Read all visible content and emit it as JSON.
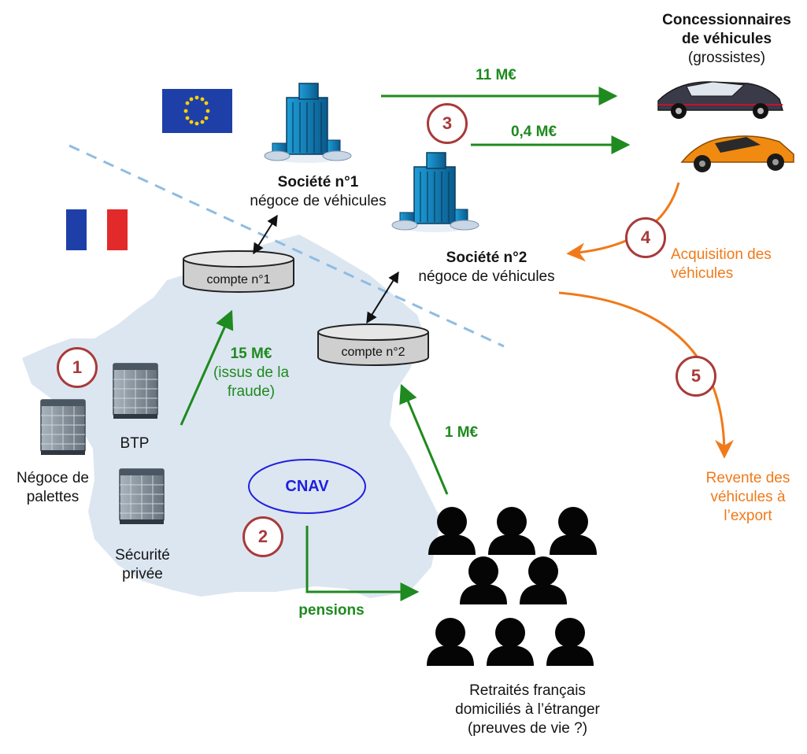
{
  "header": {
    "dealers_title_line1": "Concessionnaires",
    "dealers_title_line2": "de véhicules",
    "dealers_subtitle": "(grossistes)"
  },
  "company1": {
    "name": "Société n°1",
    "activity": "négoce de véhicules",
    "account": "compte n°1"
  },
  "company2": {
    "name": "Société n°2",
    "activity": "négoce de véhicules",
    "account": "compte n°2"
  },
  "french_companies": {
    "pallets_line1": "Négoce de",
    "pallets_line2": "palettes",
    "construction": "BTP",
    "security_line1": "Sécurité",
    "security_line2": "privée"
  },
  "flows": {
    "to_dealers_1": "11 M€",
    "to_dealers_2": "0,4 M€",
    "fraud_amount": "15 M€",
    "fraud_line1": "(issus de la",
    "fraud_line2": "fraude)",
    "to_account2": "1 M€",
    "pensions": "pensions"
  },
  "cnav": "CNAV",
  "steps": [
    "1",
    "2",
    "3",
    "4",
    "5"
  ],
  "orange_labels": {
    "acquisition_line1": "Acquisition des",
    "acquisition_line2": "véhicules",
    "resale_line1": "Revente des",
    "resale_line2": "véhicules à",
    "resale_line3": "l’export"
  },
  "retirees": {
    "line1": "Retraités français",
    "line2": "domiciliés à l’étranger",
    "line3": "(preuves de vie ?)"
  },
  "colors": {
    "green_flow": "#1f8a1f",
    "orange_flow": "#f07a1a",
    "badge": "#a83a3a",
    "map_fill": "#dce6f1",
    "border_dashed": "#8fbce2",
    "eu_blue": "#1f3fa8",
    "eu_star": "#ffd200"
  },
  "icons": [
    "eu-flag-icon",
    "french-flag-icon",
    "office-tower-icon",
    "gray-building-icon",
    "car-icon",
    "person-silhouette-icon",
    "account-cylinder-icon"
  ]
}
